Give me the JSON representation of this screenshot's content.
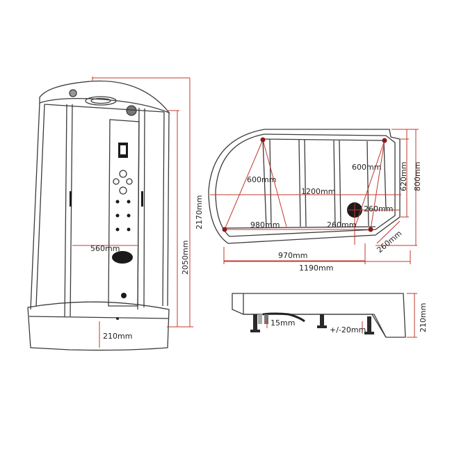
{
  "colors": {
    "outline": "#3a3a3a",
    "dimension": "#c0392b",
    "marker": "#8b1a1a",
    "fill_dark": "#1a1a1a",
    "background": "#ffffff"
  },
  "front_view": {
    "height_total": "2170mm",
    "height_cabin": "2050mm",
    "width_inner": "560mm",
    "tray_height": "210mm"
  },
  "plan_view": {
    "diag_left": "600mm",
    "diag_right": "600mm",
    "inner_width": "1200mm",
    "inner_lower": "980mm",
    "drain_offset_right": "260mm",
    "drain_offset_bottom": "260mm",
    "depth_inner": "620mm",
    "depth_total": "800mm",
    "corner_depth": "260mm",
    "width_straight": "970mm",
    "width_total": "1190mm"
  },
  "side_view": {
    "foot_height": "15mm",
    "foot_adjust": "+/-20mm",
    "tray_height": "210mm"
  }
}
